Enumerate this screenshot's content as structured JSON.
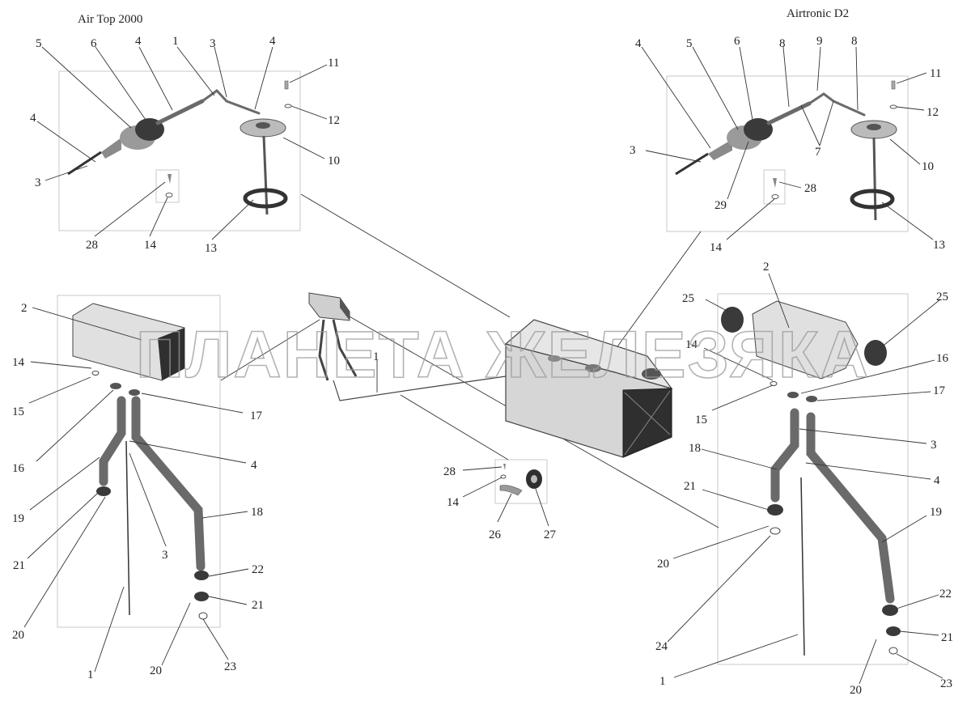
{
  "titles": {
    "left": "Air Top 2000",
    "right": "Airtronic D2"
  },
  "watermark": "ПЛАНЕТА ЖЕЛЕЗЯКА",
  "labels": {
    "tl": [
      "5",
      "6",
      "4",
      "1",
      "3",
      "4",
      "11",
      "12",
      "4",
      "10",
      "3",
      "28",
      "14",
      "13"
    ],
    "tr": [
      "4",
      "5",
      "6",
      "8",
      "9",
      "8",
      "11",
      "12",
      "3",
      "7",
      "10",
      "29",
      "28",
      "14",
      "13"
    ],
    "bl": [
      "2",
      "14",
      "15",
      "17",
      "16",
      "4",
      "19",
      "18",
      "21",
      "3",
      "22",
      "21",
      "20",
      "20",
      "23",
      "1"
    ],
    "center": [
      "1",
      "28",
      "14",
      "26",
      "27"
    ],
    "br": [
      "2",
      "25",
      "25",
      "14",
      "16",
      "15",
      "17",
      "18",
      "3",
      "4",
      "21",
      "19",
      "20",
      "22",
      "21",
      "24",
      "1",
      "20",
      "23"
    ]
  }
}
